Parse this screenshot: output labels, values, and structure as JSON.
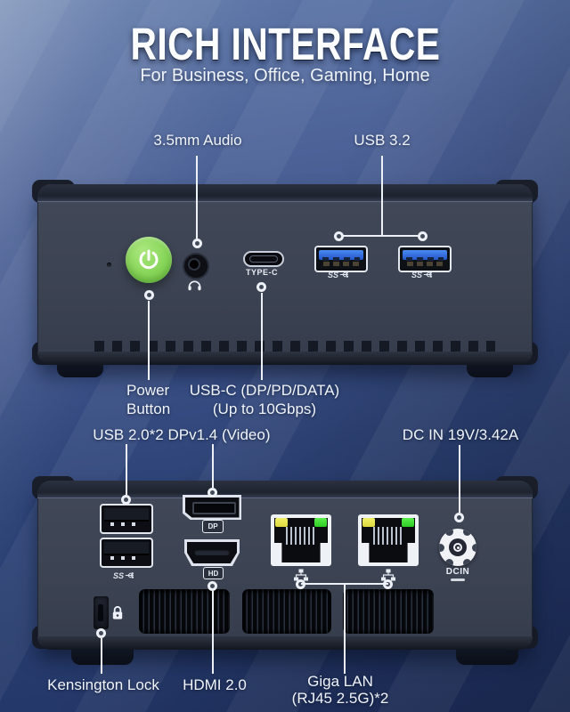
{
  "title": "RICH INTERFACE",
  "subtitle": "For Business, Office, Gaming, Home",
  "colors": {
    "power_button_green": "#8fd964",
    "usb3_blue": "#2e6ce0",
    "lan_led_yellow": "#e8e34e",
    "lan_led_green": "#45e03c",
    "background_blue": "#3c5289",
    "chassis_gray": "#3b4252",
    "callout_white": "#edf0f6"
  },
  "front_view": {
    "callouts": {
      "audio": {
        "label": "3.5mm Audio"
      },
      "usb32": {
        "label": "USB 3.2"
      },
      "power": {
        "line1": "Power",
        "line2": "Button"
      },
      "usbc": {
        "line1": "USB-C (DP/PD/DATA)",
        "line2": "(Up to 10Gbps)"
      }
    },
    "markings": {
      "type_c": "TYPE-C",
      "usb_ss": "SS"
    }
  },
  "rear_view": {
    "callouts": {
      "usb20": {
        "label": "USB 2.0*2"
      },
      "dp": {
        "label": "DPv1.4 (Video)"
      },
      "dcin": {
        "label": "DC IN 19V/3.42A"
      },
      "kensington": {
        "label": "Kensington Lock"
      },
      "hdmi": {
        "label": "HDMI 2.0"
      },
      "lan": {
        "line1": "Giga LAN",
        "line2": "(RJ45 2.5G)*2"
      }
    },
    "markings": {
      "usb_ss": "SS",
      "dp_badge": "DP",
      "hdmi_badge": "HD",
      "dcin": "DCIN"
    }
  }
}
